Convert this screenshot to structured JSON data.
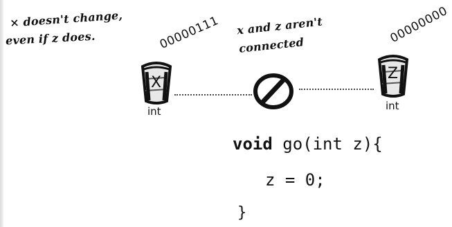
{
  "annotations": {
    "left_line1": "× doesn't change,",
    "left_line2": "even if z does.",
    "middle_line1": "x and z aren't",
    "middle_line2": "connected"
  },
  "variables": {
    "x": {
      "name": "X",
      "type": "int",
      "bits": "00000111"
    },
    "z": {
      "name": "Z",
      "type": "int",
      "bits": "00000000"
    }
  },
  "code": {
    "line1_keyword": "void",
    "line1_rest": " go(int z){",
    "line2": "z = 0;",
    "line3": "}"
  },
  "icons": {
    "x_cup": "cup-icon",
    "z_cup": "cup-icon",
    "disconnect": "no-symbol-icon"
  }
}
